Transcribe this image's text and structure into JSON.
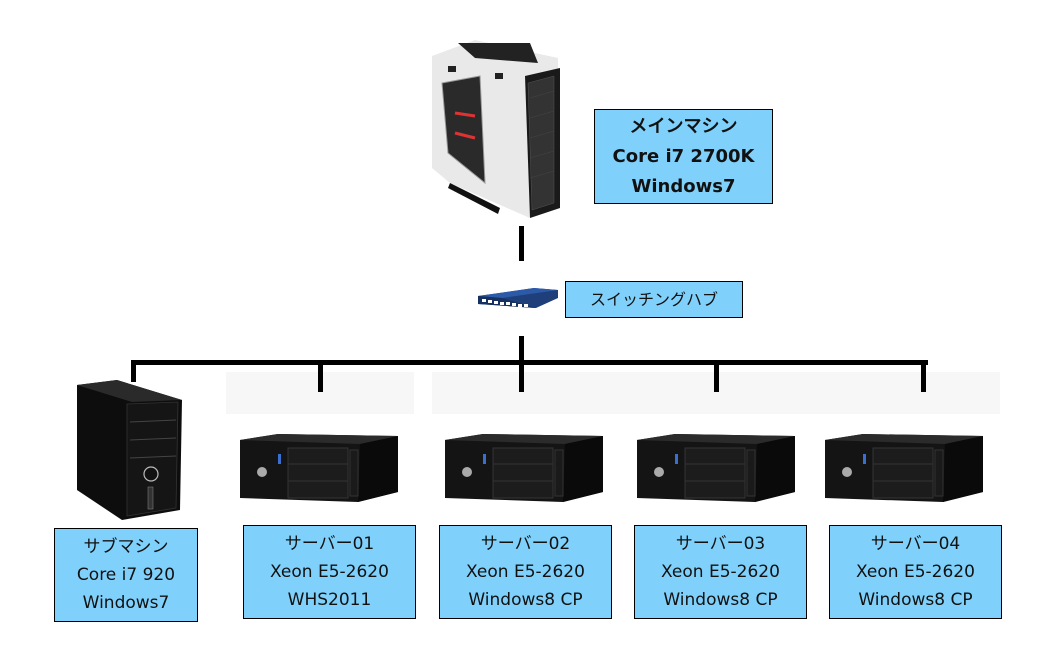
{
  "main_machine": {
    "lines": [
      "メインマシン",
      "Core i7 2700K",
      "Windows7"
    ],
    "icon": "pc-tower-white-icon"
  },
  "hub": {
    "label": "スイッチングハブ",
    "icon": "network-switch-icon"
  },
  "machines": [
    {
      "lines": [
        "サブマシン",
        "Core i7 920",
        "Windows7"
      ],
      "icon": "pc-tower-black-icon"
    },
    {
      "lines": [
        "サーバー01",
        "Xeon E5-2620",
        "WHS2011"
      ],
      "icon": "server-desktop-icon"
    },
    {
      "lines": [
        "サーバー02",
        "Xeon E5-2620",
        "Windows8 CP"
      ],
      "icon": "server-desktop-icon"
    },
    {
      "lines": [
        "サーバー03",
        "Xeon E5-2620",
        "Windows8 CP"
      ],
      "icon": "server-desktop-icon"
    },
    {
      "lines": [
        "サーバー04",
        "Xeon E5-2620",
        "Windows8 CP"
      ],
      "icon": "server-desktop-icon"
    }
  ],
  "colors": {
    "label_bg": "#7fd1fb",
    "line": "#000000"
  }
}
